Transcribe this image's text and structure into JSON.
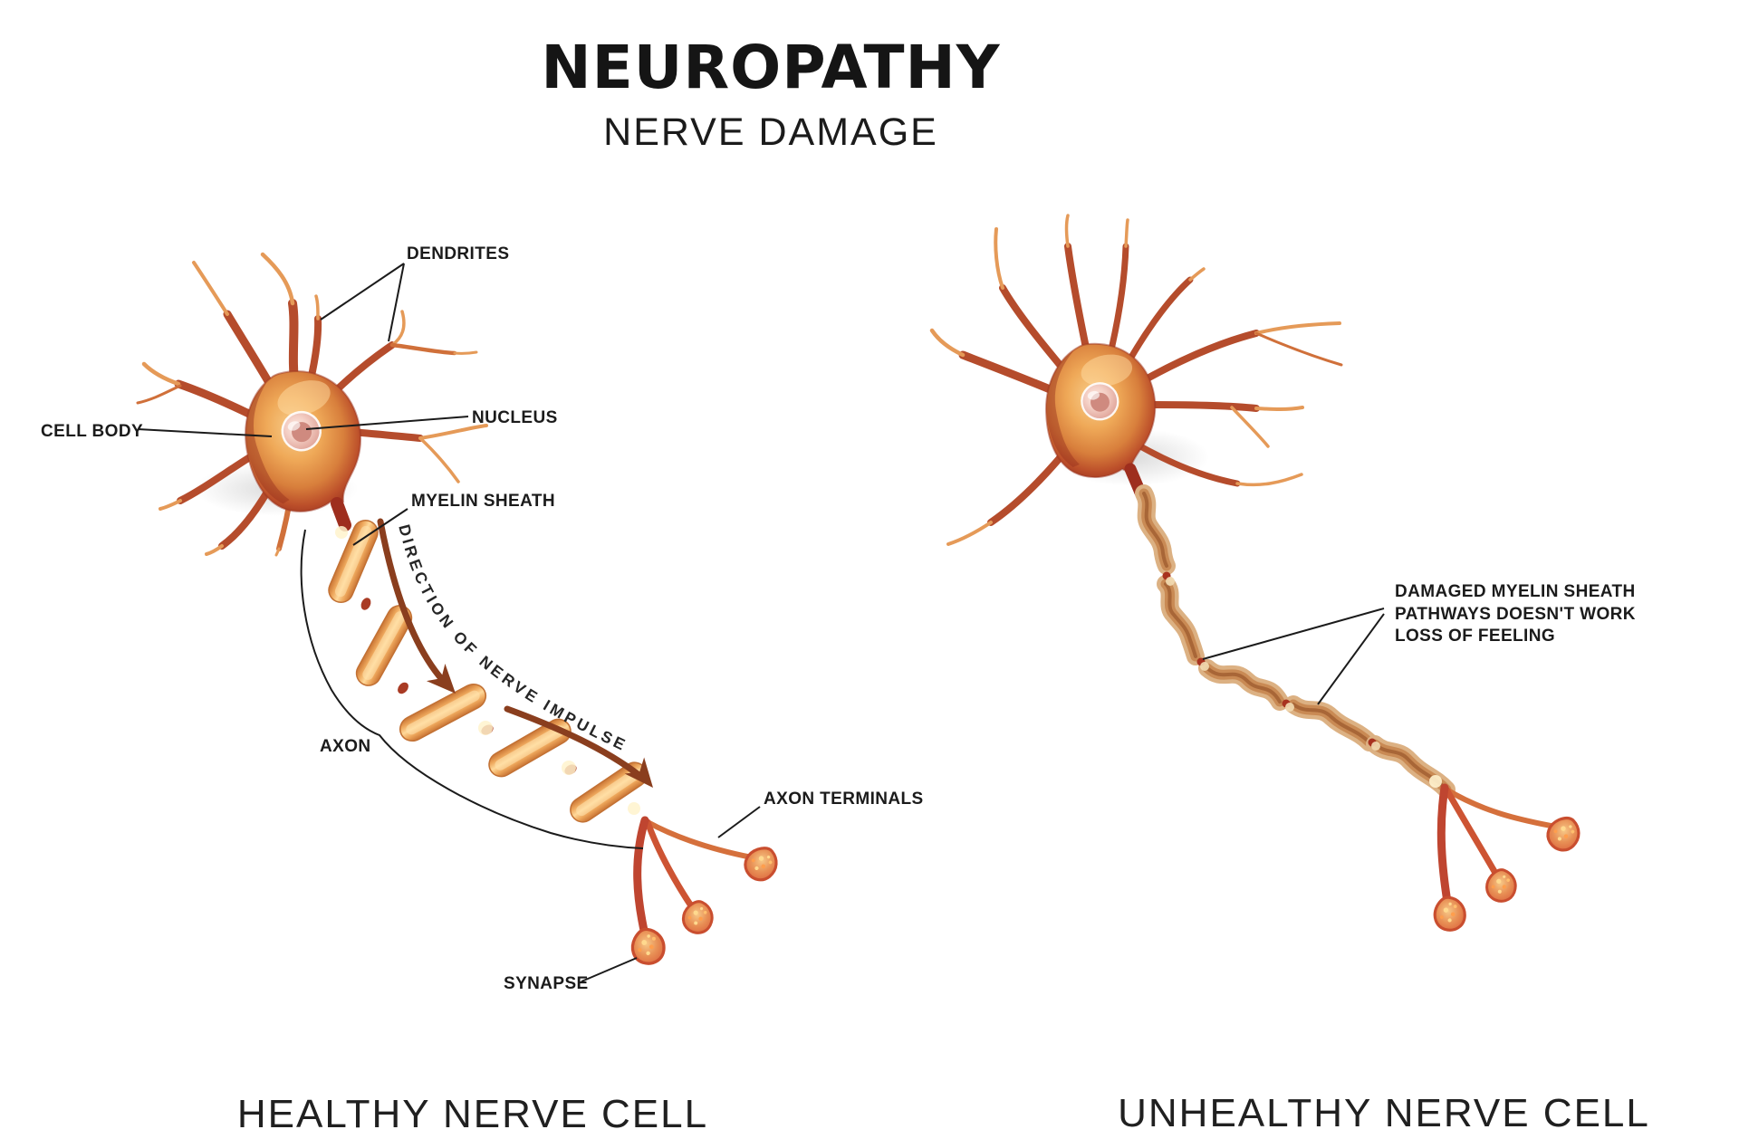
{
  "header": {
    "title": "NEUROPATHY",
    "subtitle": "NERVE DAMAGE"
  },
  "healthy": {
    "caption": "HEALTHY NERVE CELL",
    "labels": {
      "dendrites": "DENDRITES",
      "nucleus": "NUCLEUS",
      "cell_body": "CELL BODY",
      "myelin_sheath": "MYELIN SHEATH",
      "axon": "AXON",
      "axon_terminals": "AXON TERMINALS",
      "synapse": "SYNAPSE",
      "impulse": "DIRECTION OF NERVE IMPULSE"
    }
  },
  "unhealthy": {
    "caption": "UNHEALTHY NERVE CELL",
    "damage_note": [
      "DAMAGED MYELIN SHEATH",
      "PATHWAYS DOESN'T WORK",
      "LOSS OF FEELING"
    ]
  },
  "colors": {
    "text": "#1b1b1b",
    "callout_line": "#1b1b1b",
    "impulse_arrow": "#8a3e1e",
    "soma_light": "#f8cd8a",
    "soma_dark": "#9c3520",
    "myelin": "#f2b468",
    "damaged_myelin": "#d7ab78",
    "synapse_dot": "#ffd98e"
  }
}
